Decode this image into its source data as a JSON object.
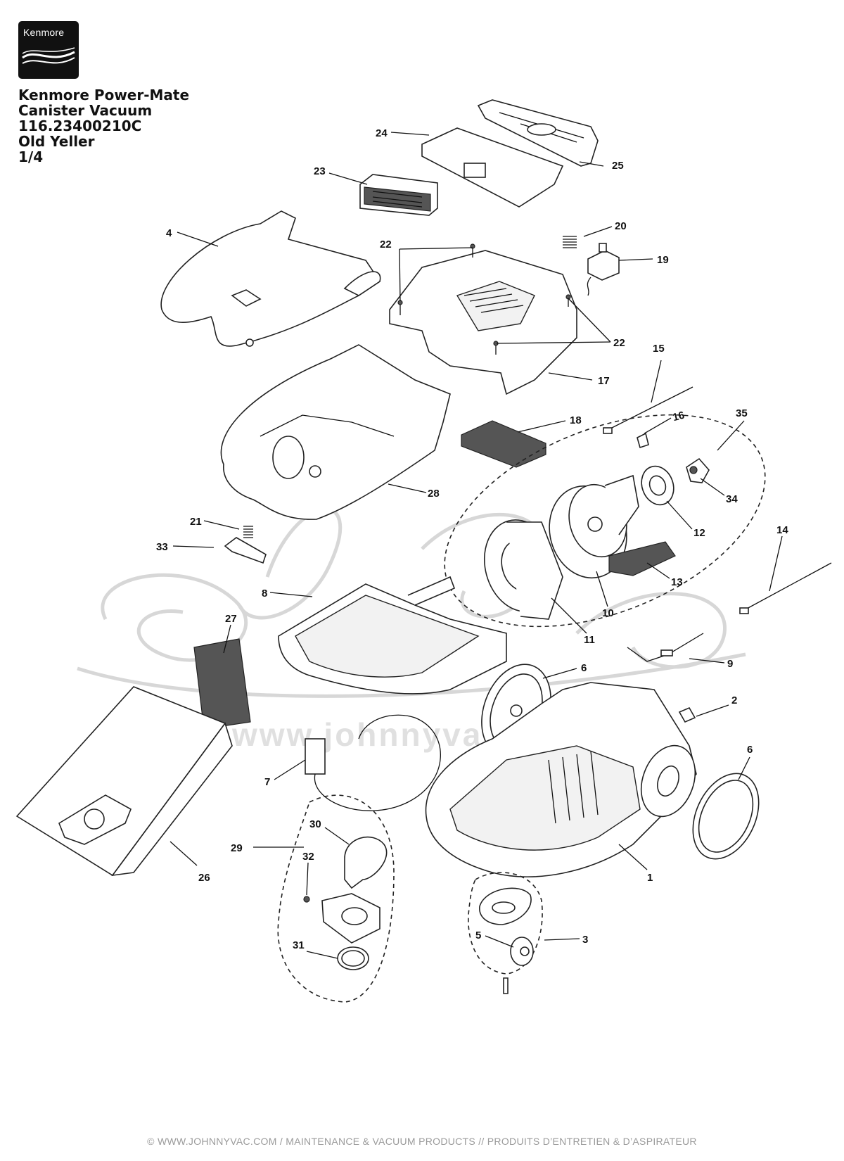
{
  "logo": {
    "brand": "Kenmore"
  },
  "title": {
    "line1": "Kenmore Power-Mate",
    "line2": "Canister Vacuum",
    "line3": "116.23400210C",
    "line4": "Old Yeller",
    "line5": "1/4"
  },
  "watermark": {
    "url": "www.johnnyvac.com"
  },
  "part_labels": {
    "p1": "1",
    "p2": "2",
    "p3": "3",
    "p4": "4",
    "p5": "5",
    "p6a": "6",
    "p6b": "6",
    "p7": "7",
    "p8": "8",
    "p9": "9",
    "p10": "10",
    "p11": "11",
    "p12": "12",
    "p13": "13",
    "p14": "14",
    "p15": "15",
    "p16": "16",
    "p17": "17",
    "p18": "18",
    "p19": "19",
    "p20": "20",
    "p21": "21",
    "p22a": "22",
    "p22b": "22",
    "p23": "23",
    "p24": "24",
    "p25": "25",
    "p26": "26",
    "p27": "27",
    "p28": "28",
    "p29": "29",
    "p30": "30",
    "p31": "31",
    "p32": "32",
    "p33": "33",
    "p34": "34",
    "p35": "35"
  },
  "footer": "© WWW.JOHNNYVAC.COM / MAINTENANCE & VACUUM PRODUCTS  //  PRODUITS D’ENTRETIEN & D’ASPIRATEUR"
}
